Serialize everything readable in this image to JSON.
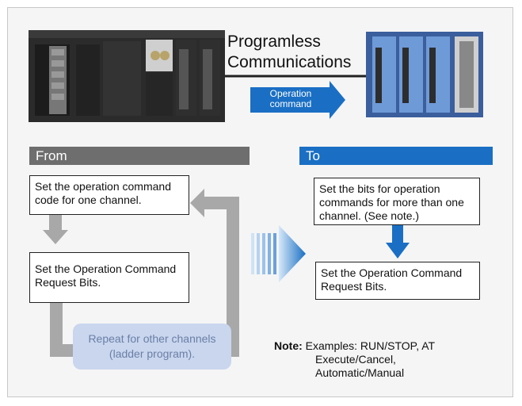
{
  "top": {
    "title_line1": "Programless",
    "title_line2": "Communications",
    "arrow_label_line1": "Operation",
    "arrow_label_line2": "command"
  },
  "from": {
    "header": "From",
    "step1": "Set the operation command code for one channel.",
    "step2": "Set the Operation Command Request Bits.",
    "repeat_line1": "Repeat for other channels",
    "repeat_line2": "(ladder program)."
  },
  "to": {
    "header": "To",
    "step1": "Set the bits for operation commands for more than one channel. (See note.)",
    "step2": "Set the Operation Command Request Bits."
  },
  "note": {
    "label": "Note:",
    "line1": "Examples: RUN/STOP, AT",
    "line2": "Execute/Cancel,",
    "line3": "Automatic/Manual"
  },
  "colors": {
    "from_header": "#6e6e6e",
    "to_header": "#1a6fc4",
    "gray_arrow": "#a8a8a8",
    "blue_arrow": "#1a6fc4",
    "repeat_bg": "#c9d6ee"
  }
}
